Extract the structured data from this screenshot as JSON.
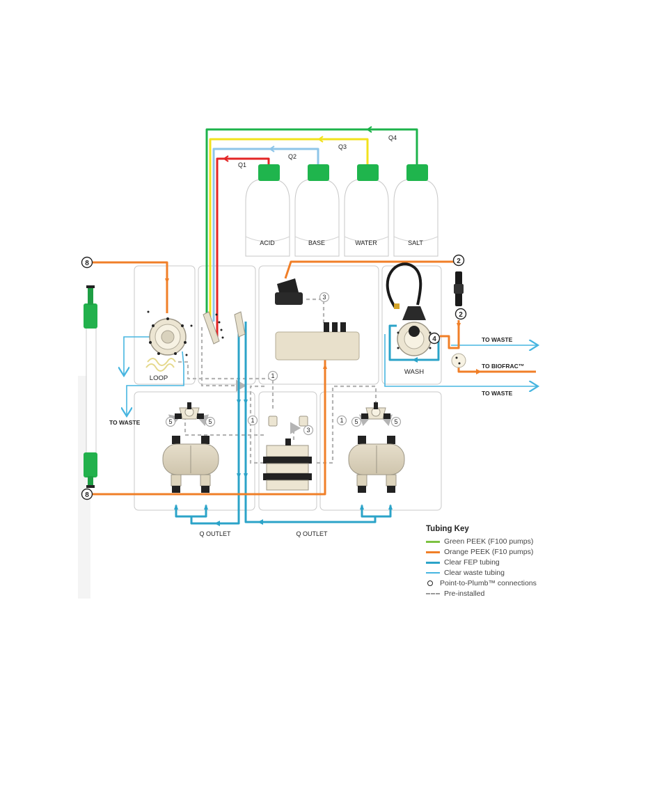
{
  "reservoirs": [
    {
      "label": "ACID",
      "line": "Q1"
    },
    {
      "label": "BASE",
      "line": "Q2"
    },
    {
      "label": "WATER",
      "line": "Q3"
    },
    {
      "label": "SALT",
      "line": "Q4"
    }
  ],
  "labels": {
    "loop": "LOOP",
    "wash": "WASH",
    "to_waste": "TO WASTE",
    "to_biofrac": "TO BIOFRAC™",
    "q_outlet": "Q OUTLET"
  },
  "connection_numbers": [
    "1",
    "2",
    "3",
    "4",
    "5",
    "8"
  ],
  "tubing_key": {
    "title": "Tubing Key",
    "items": [
      {
        "name": "green",
        "label": "Green PEEK (F100 pumps)",
        "color": "#7dc242",
        "style": "solid"
      },
      {
        "name": "orange",
        "label": "Orange PEEK (F10 pumps)",
        "color": "#f07f28",
        "style": "solid"
      },
      {
        "name": "fep",
        "label": "Clear FEP tubing",
        "color": "#2ba3c8",
        "style": "solid"
      },
      {
        "name": "waste",
        "label": "Clear waste tubing",
        "color": "#46b5e0",
        "style": "solid"
      },
      {
        "name": "point-to-plumb",
        "label": "Point-to-Plumb™ connections",
        "style": "circle"
      },
      {
        "name": "pre-installed",
        "label": "Pre-installed",
        "color": "#999999",
        "style": "dashed"
      }
    ]
  },
  "colors": {
    "green": "#1db34b",
    "yellow": "#f2e21c",
    "light_blue": "#8ec5e8",
    "red": "#e32626",
    "orange": "#f07f28",
    "blue": "#2ba3c8",
    "gray_dash": "#b4b4b4"
  }
}
